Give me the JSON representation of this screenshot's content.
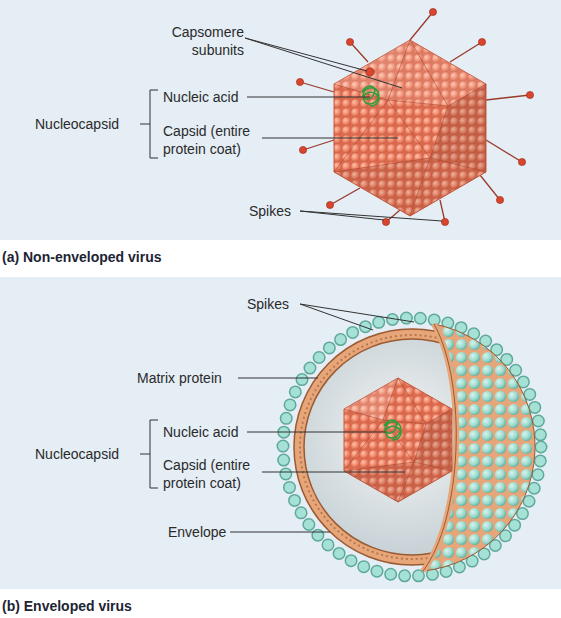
{
  "diagram": {
    "nodes": [
      {
        "text": [
          "(a) Non-enveloped virus"
        ]
      },
      {
        "text": [
          "(b) Enveloped virus"
        ]
      }
    ],
    "labels": [
      "Capsomere subunits",
      "Nucleic acid",
      "Nucleocapsid",
      "Capsid (entire protein coat)",
      "Spikes",
      "Spikes",
      "Matrix protein",
      "Nucleic acid",
      "Nucleocapsid",
      "Capsid (entire protein coat)",
      "Envelope"
    ]
  }
}
